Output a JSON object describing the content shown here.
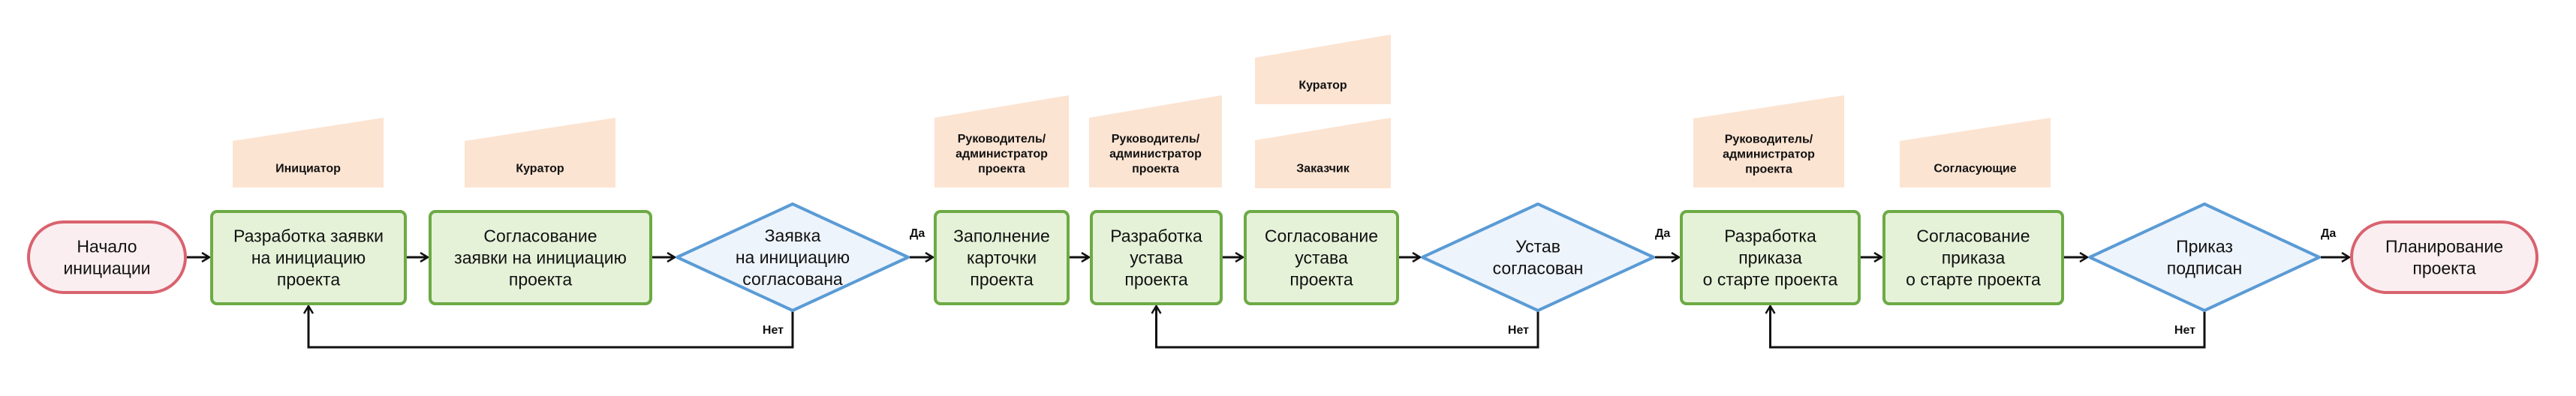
{
  "diagram": {
    "title": "Процесс инициации проекта",
    "colors": {
      "terminal_stroke": "#D9626E",
      "terminal_fill": "#FAEEF0",
      "process_stroke": "#6DAA45",
      "process_fill": "#E5F2D8",
      "decision_stroke": "#5A9BD5",
      "decision_fill": "#EEF4FC",
      "role_fill": "#FCE4D2",
      "edge": "#111111"
    },
    "nodes": [
      {
        "id": "start",
        "type": "terminal",
        "lines": [
          "Начало",
          "инициации"
        ]
      },
      {
        "id": "p1",
        "type": "process",
        "lines": [
          "Разработка заявки",
          "на инициацию",
          "проекта"
        ],
        "roles": [
          [
            "Инициатор"
          ]
        ]
      },
      {
        "id": "p2",
        "type": "process",
        "lines": [
          "Согласование",
          "заявки на инициацию",
          "проекта"
        ],
        "roles": [
          [
            "Куратор"
          ]
        ]
      },
      {
        "id": "d1",
        "type": "decision",
        "lines": [
          "Заявка",
          "на инициацию",
          "согласована"
        ]
      },
      {
        "id": "p3",
        "type": "process",
        "lines": [
          "Заполнение",
          "карточки",
          "проекта"
        ],
        "roles": [
          [
            "Руководитель/",
            "администратор",
            "проекта"
          ]
        ]
      },
      {
        "id": "p4",
        "type": "process",
        "lines": [
          "Разработка",
          "устава",
          "проекта"
        ],
        "roles": [
          [
            "Руководитель/",
            "администратор",
            "проекта"
          ]
        ]
      },
      {
        "id": "p5",
        "type": "process",
        "lines": [
          "Согласование",
          "устава",
          "проекта"
        ],
        "roles": [
          [
            "Заказчик"
          ],
          [
            "Куратор"
          ]
        ]
      },
      {
        "id": "d2",
        "type": "decision",
        "lines": [
          "Устав",
          "согласован"
        ]
      },
      {
        "id": "p6",
        "type": "process",
        "lines": [
          "Разработка",
          "приказа",
          "о старте проекта"
        ],
        "roles": [
          [
            "Руководитель/",
            "администратор",
            "проекта"
          ]
        ]
      },
      {
        "id": "p7",
        "type": "process",
        "lines": [
          "Согласование",
          "приказа",
          "о старте проекта"
        ],
        "roles": [
          [
            "Согласующие"
          ]
        ]
      },
      {
        "id": "d3",
        "type": "decision",
        "lines": [
          "Приказ",
          "подписан"
        ]
      },
      {
        "id": "end",
        "type": "terminal",
        "lines": [
          "Планирование",
          "проекта"
        ]
      }
    ],
    "edges": [
      {
        "from": "start",
        "to": "p1",
        "label": ""
      },
      {
        "from": "p1",
        "to": "p2",
        "label": ""
      },
      {
        "from": "p2",
        "to": "d1",
        "label": ""
      },
      {
        "from": "d1",
        "to": "p3",
        "label": "Да"
      },
      {
        "from": "d1",
        "to": "p1",
        "label": "Нет",
        "loop": true
      },
      {
        "from": "p3",
        "to": "p4",
        "label": ""
      },
      {
        "from": "p4",
        "to": "p5",
        "label": ""
      },
      {
        "from": "p5",
        "to": "d2",
        "label": ""
      },
      {
        "from": "d2",
        "to": "p6",
        "label": "Да"
      },
      {
        "from": "d2",
        "to": "p4",
        "label": "Нет",
        "loop": true
      },
      {
        "from": "p6",
        "to": "p7",
        "label": ""
      },
      {
        "from": "p7",
        "to": "d3",
        "label": ""
      },
      {
        "from": "d3",
        "to": "end",
        "label": "Да"
      },
      {
        "from": "d3",
        "to": "p6",
        "label": "Нет",
        "loop": true
      }
    ]
  }
}
